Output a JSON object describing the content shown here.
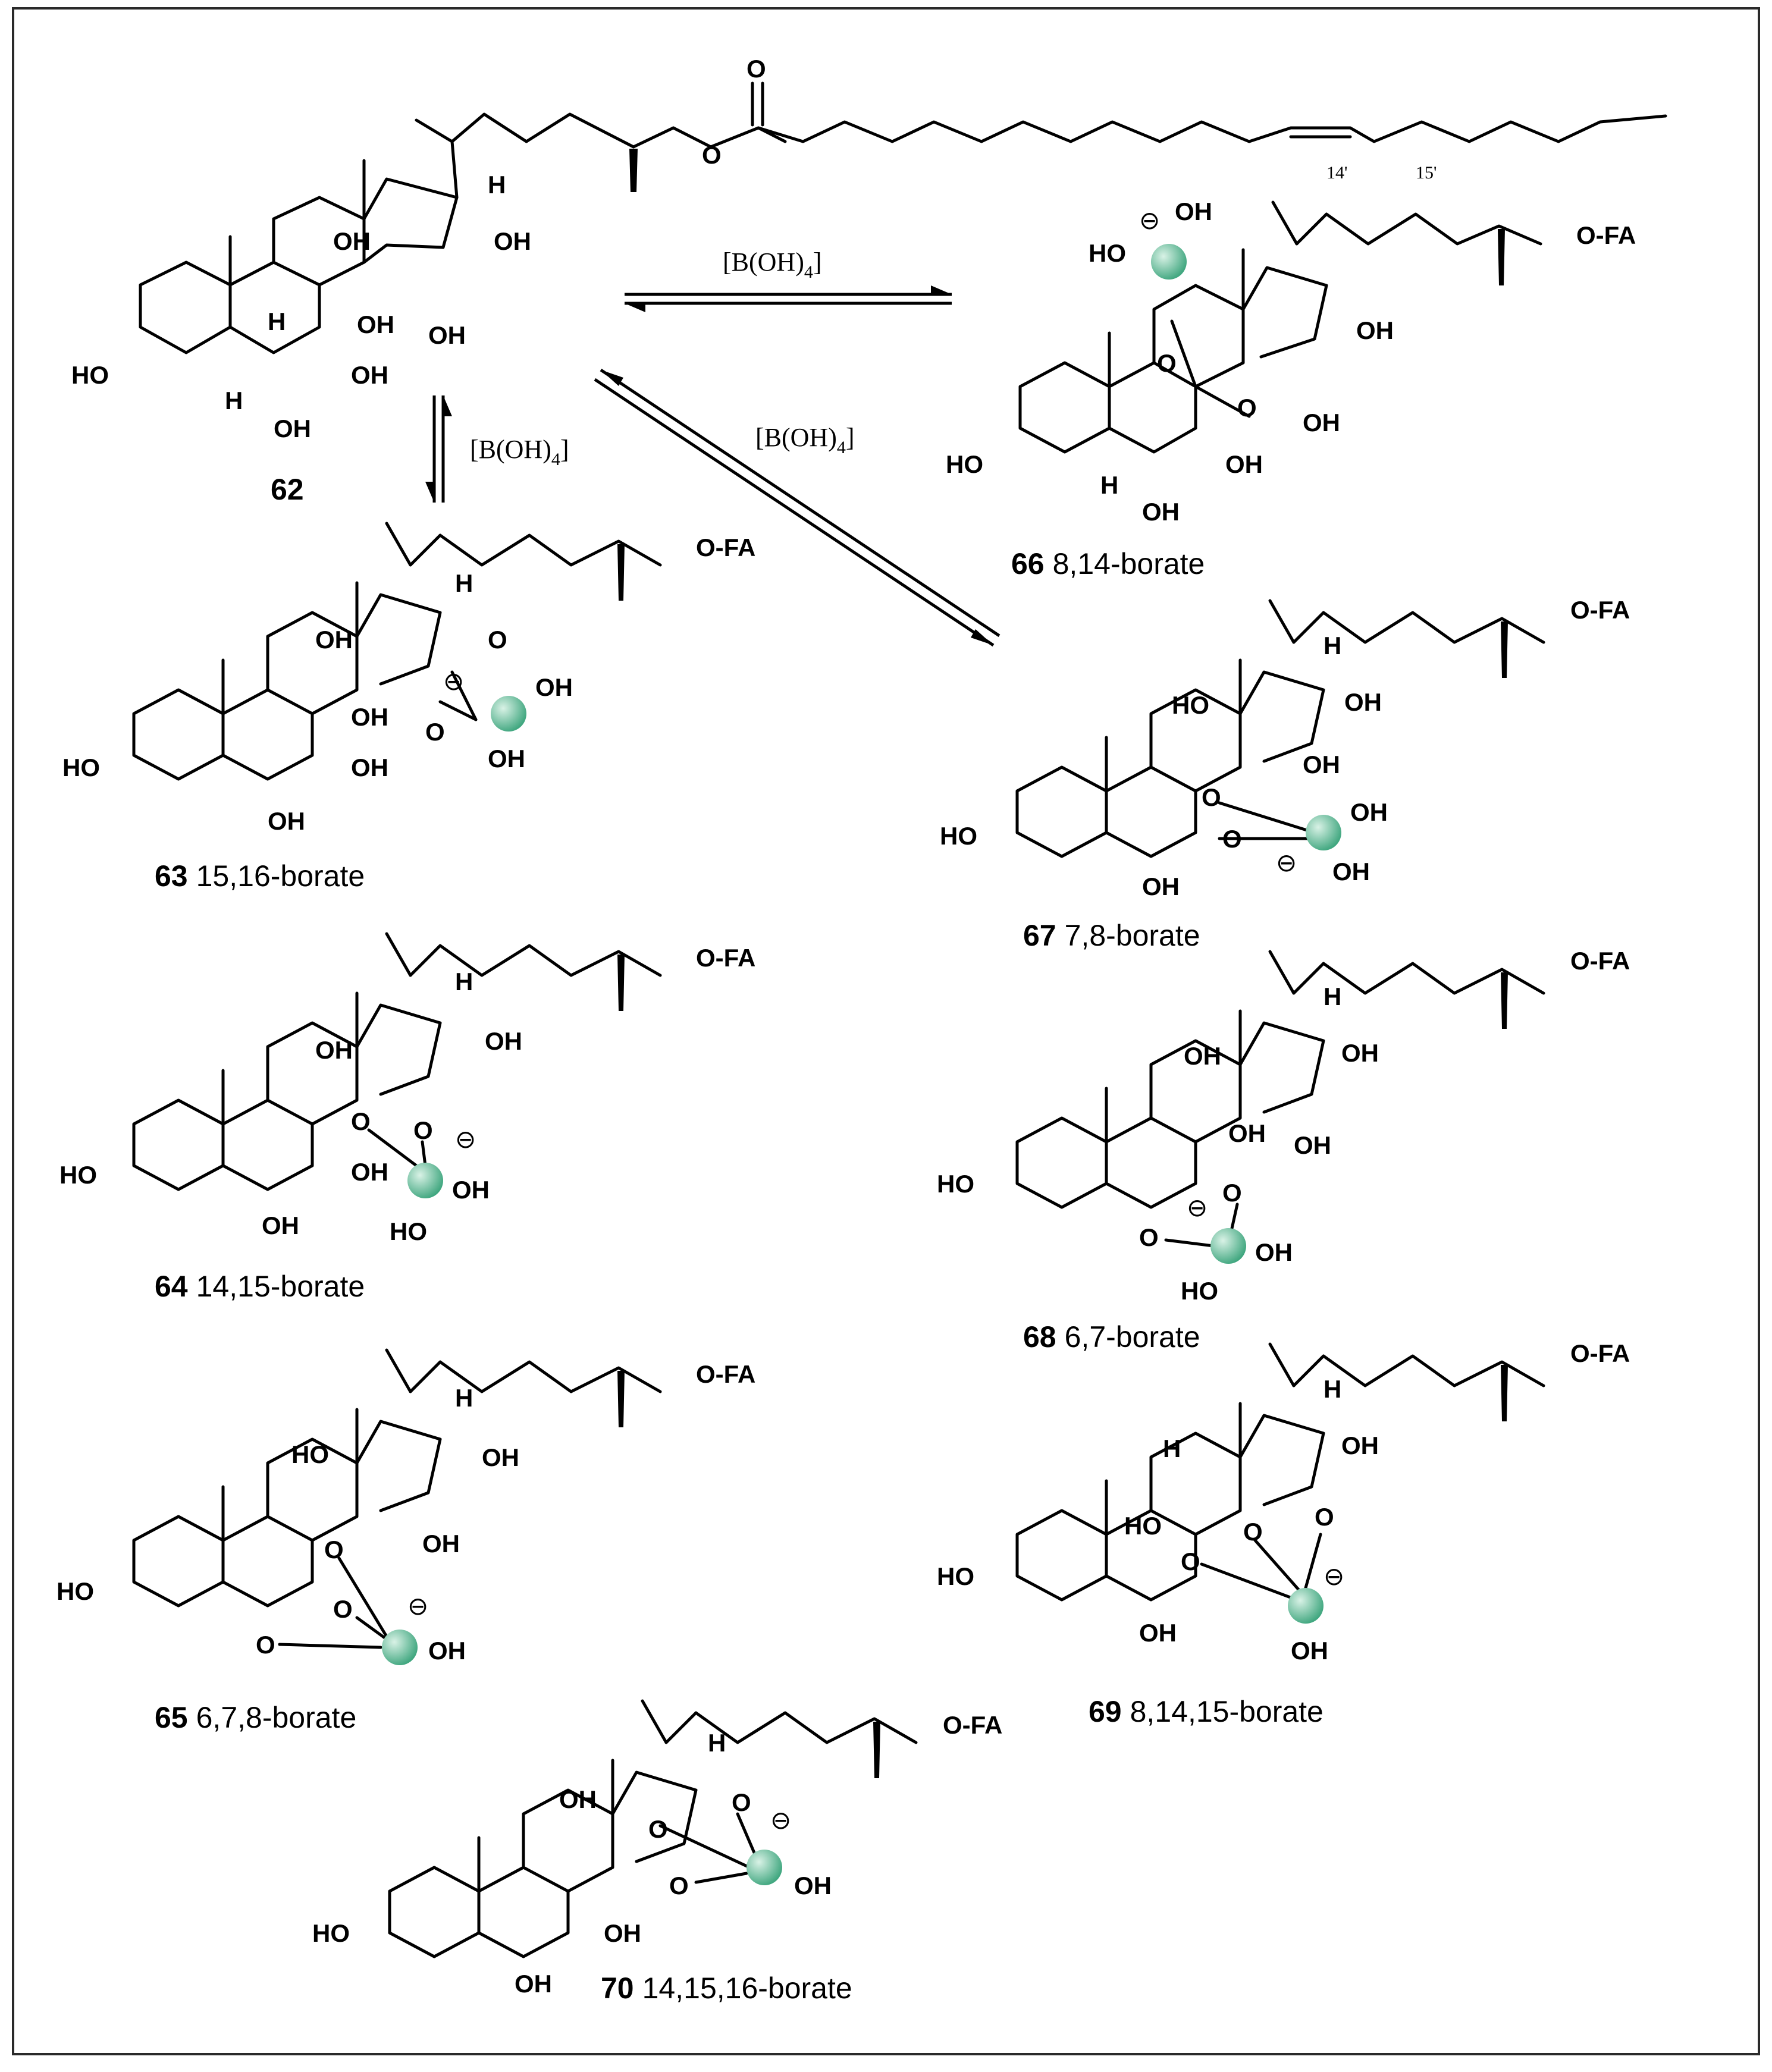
{
  "reagent": "[B(OH)4]",
  "reagent_main": "[B(OH)",
  "reagent_sub": "4",
  "reagent_close": "]",
  "position_labels": [
    "14'",
    "15'"
  ],
  "charge_symbol": "⊖",
  "atoms": {
    "oh": "OH",
    "ho": "HO",
    "h": "H",
    "o": "O",
    "ofa": "O-FA"
  },
  "boron_color": "#3da57d",
  "boron_highlight": "#d9f2e6",
  "compounds": [
    {
      "number": "62",
      "label": ""
    },
    {
      "number": "63",
      "label": "15,16-borate"
    },
    {
      "number": "64",
      "label": "14,15-borate"
    },
    {
      "number": "65",
      "label": "6,7,8-borate"
    },
    {
      "number": "66",
      "label": "8,14-borate"
    },
    {
      "number": "67",
      "label": "7,8-borate"
    },
    {
      "number": "68",
      "label": "6,7-borate"
    },
    {
      "number": "69",
      "label": "8,14,15-borate"
    },
    {
      "number": "70",
      "label": "14,15,16-borate"
    }
  ]
}
